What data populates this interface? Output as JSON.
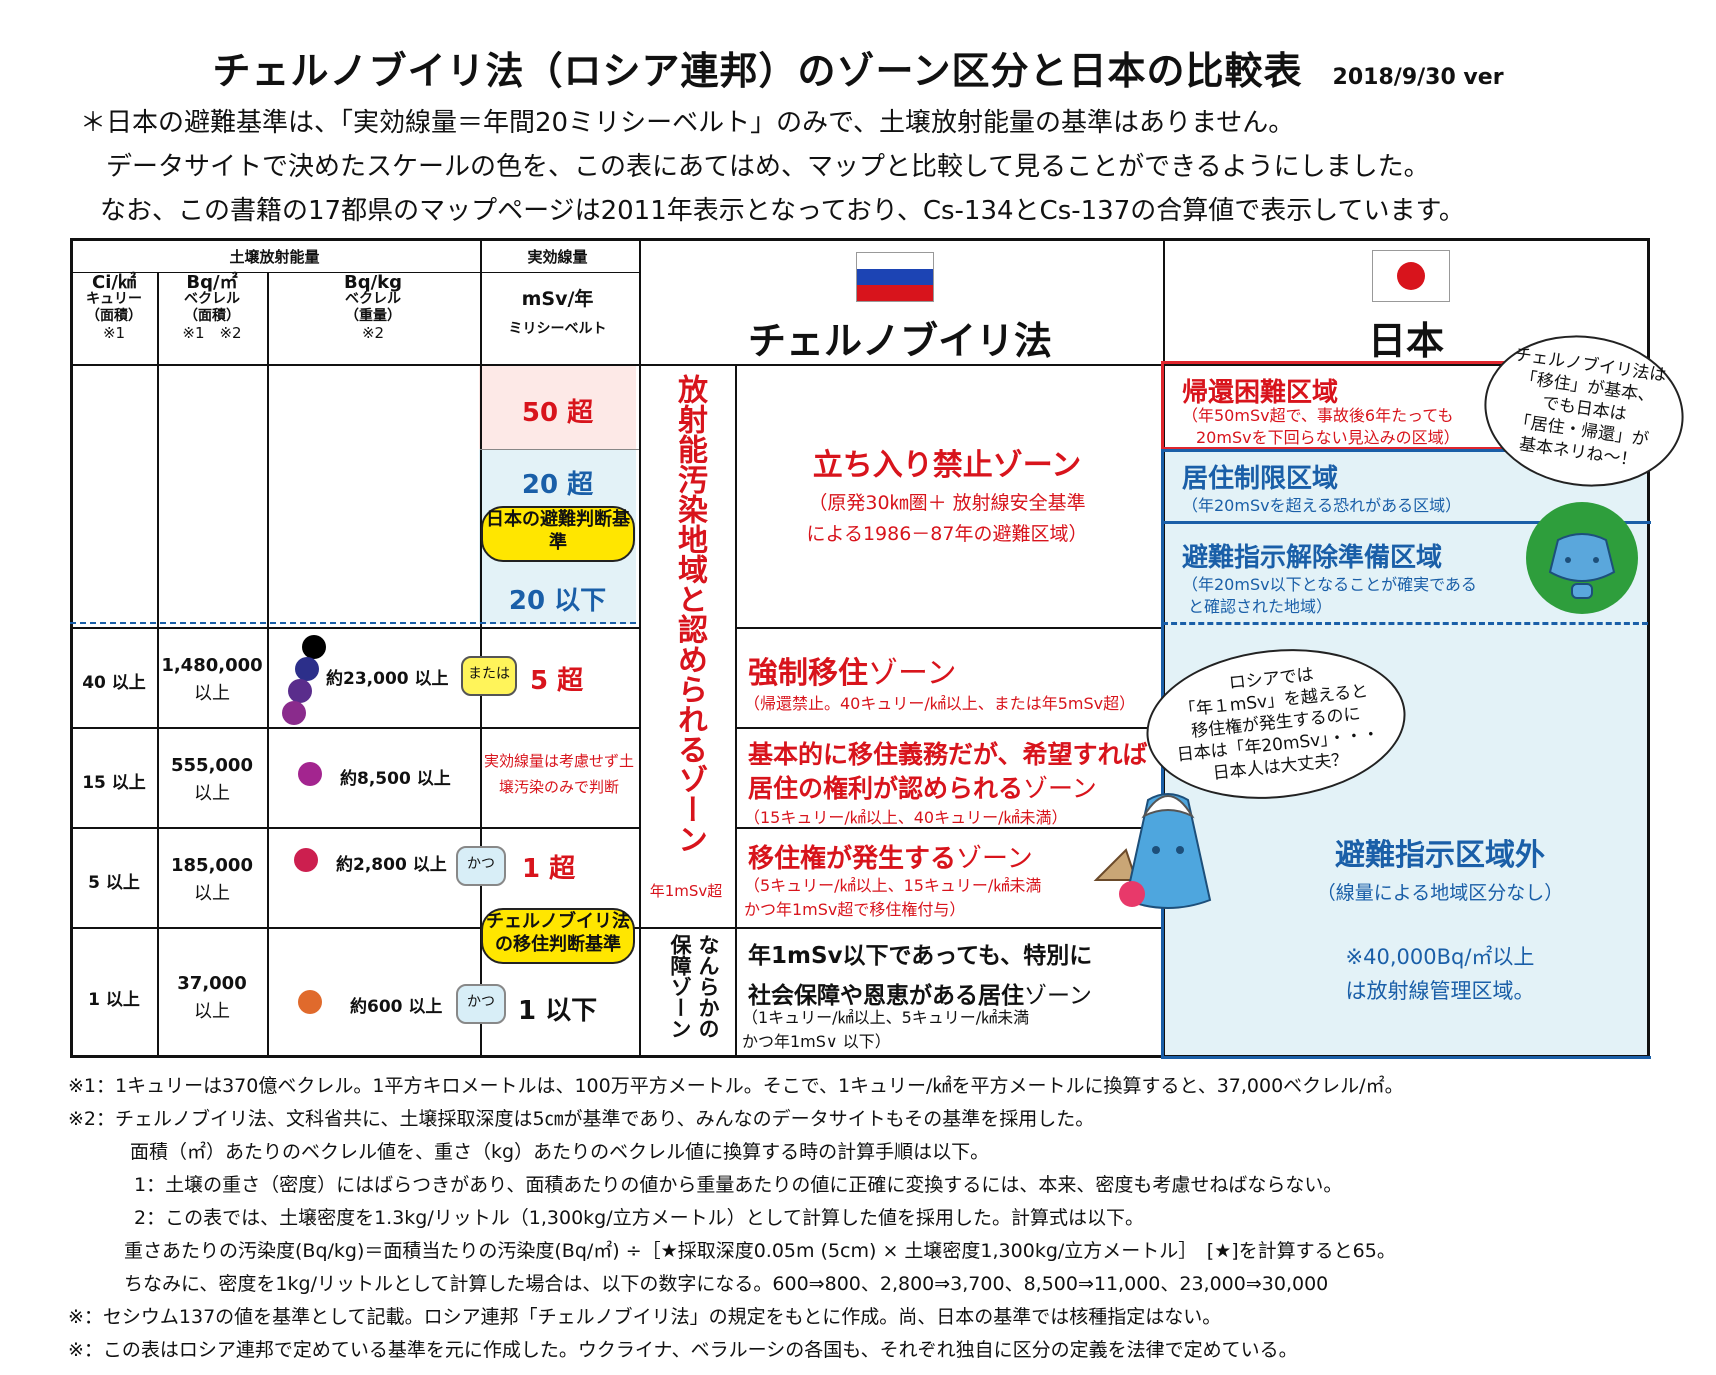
{
  "title": "チェルノブイリ法（ロシア連邦）のゾーン区分と日本の比較表",
  "version": "2018/9/30 ver",
  "intro": [
    "＊日本の避難基準は、「実効線量＝年間20ミリシーベルト」のみで、土壌放射能量の基準はありません。",
    "データサイトで決めたスケールの色を、この表にあてはめ、マップと比較して見ることができるようにしました。",
    "なお、この書籍の17都県のマップページは2011年表示となっており、Cs-134とCs-137の合算値で表示しています。"
  ],
  "header": {
    "soil_group": "土壌放射能量",
    "dose_group": "実効線量",
    "col1": [
      "Ci/㎢",
      "キュリー",
      "（面積）",
      "※1"
    ],
    "col2": [
      "Bq/㎡",
      "ベクレル",
      "（面積）",
      "※1　※2"
    ],
    "col3": [
      "Bq/kg",
      "ベクレル",
      "（重量）",
      "※2"
    ],
    "col4": [
      "mSv/年",
      "ミリシーベルト"
    ],
    "chernobyl": "チェルノブイリ法",
    "japan": "日本"
  },
  "dose_rows": {
    "r50": "50 超",
    "r20": "20 超",
    "japan_badge": "日本の避難判断基準",
    "r20below": "20 以下",
    "r5": "5 超",
    "r5_tag": "または",
    "soil_only": "実効線量は考慮せず土壌汚染のみで判断",
    "r1": "1 超",
    "r1_tag": "かつ",
    "chern_badge": "チェルノブイリ法の移住判断基準",
    "r1below": "1 以下",
    "r1below_tag": "かつ"
  },
  "soil_rows": [
    {
      "ci": "40 以上",
      "bqm2": "1,480,000",
      "bqm2_sub": "以上",
      "bqkg": "約23,000 以上"
    },
    {
      "ci": "15 以上",
      "bqm2": "555,000",
      "bqm2_sub": "以上",
      "bqkg": "約8,500 以上"
    },
    {
      "ci": "5 以上",
      "bqm2": "185,000",
      "bqm2_sub": "以上",
      "bqkg": "約2,800 以上"
    },
    {
      "ci": "1 以上",
      "bqm2": "37,000",
      "bqm2_sub": "以上",
      "bqkg": "約600 以上"
    }
  ],
  "colors": {
    "c40a": "#000000",
    "c40b": "#2c2f8a",
    "c40c": "#5a2d8c",
    "c40d": "#8a2b8c",
    "c15": "#a3258f",
    "c5": "#cc1f4f",
    "c1": "#e06a2c"
  },
  "chernobyl": {
    "vertical_main": "放射能汚染地域と認められるゾーン",
    "vertical_main_note": "年1mSv超",
    "vertical_sub": "なんらかの保障ゾーン",
    "zone1_title": "立ち入り禁止ゾーン",
    "zone1_note1": "（原発30㎞圏＋ 放射線安全基準",
    "zone1_note2": "による1986－87年の避難区域）",
    "zone2_title_a": "強制移住",
    "zone2_title_b": "ゾーン",
    "zone2_note": "（帰還禁止。40キュリー/㎢以上、または年5mSv超）",
    "zone3_title1": "基本的に移住義務だが、希望すれば",
    "zone3_title2a": "居住の権利が認められる",
    "zone3_title2b": "ゾーン",
    "zone3_note": "（15キュリー/㎢以上、40キュリー/㎢未満）",
    "zone4_title_a": "移住権が発生する",
    "zone4_title_b": "ゾーン",
    "zone4_note1": "（5キュリー/㎢以上、15キュリー/㎢未満",
    "zone4_note2": "かつ年1mSv超で移住権付与）",
    "zone5_title1": "年1mSv以下であっても、特別に",
    "zone5_title2a": "社会保障や恩恵がある居住",
    "zone5_title2b": "ゾーン",
    "zone5_note1": "（1キュリー/㎢以上、5キュリー/㎢未満",
    "zone5_note2": "かつ年1mS∨ 以下）"
  },
  "japan": {
    "zone1_title": "帰還困難区域",
    "zone1_note1": "（年50mSv超で、事故後6年たっても",
    "zone1_note2": "20mSvを下回らない見込みの区域）",
    "zone2_title": "居住制限区域",
    "zone2_note": "（年20mSvを超える恐れがある区域）",
    "zone3_title": "避難指示解除準備区域",
    "zone3_note1": "（年20mSv以下となることが確実である",
    "zone3_note2": "と確認された地域）",
    "outside_title": "避難指示区域外",
    "outside_note": "（線量による地域区分なし）",
    "control1": "※40,000Bq/㎡以上",
    "control2": "は放射線管理区域。"
  },
  "bubbles": {
    "top": [
      "チェルノブイリ法は",
      "「移住」が基本、",
      "でも日本は",
      "「居住・帰還」が",
      "基本ネリね～！"
    ],
    "mid": [
      "ロシアでは",
      "「年１mSv」を越えると",
      "移住権が発生するのに",
      "日本は「年20mSv」・・・",
      "日本人は大丈夫？"
    ]
  },
  "footnotes": [
    "※1：1キュリーは370億ベクレル。1平方キロメートルは、100万平方メートル。そこで、1キュリー/㎢を平方メートルに換算すると、37,000ベクレル/㎡。",
    "※2：チェルノブイリ法、文科省共に、土壌採取深度は5㎝が基準であり、みんなのデータサイトもその基準を採用した。",
    "面積（㎡）あたりのベクレル値を、重さ（kg）あたりのベクレル値に換算する時の計算手順は以下。",
    "1：土壌の重さ（密度）にはばらつきがあり、面積あたりの値から重量あたりの値に正確に変換するには、本来、密度も考慮せねばならない。",
    "2：この表では、土壌密度を1.3kg/リットル（1,300kg/立方メートル）として計算した値を採用した。計算式は以下。",
    "重さあたりの汚染度(Bq/kg)＝面積当たりの汚染度(Bq/㎡)  ÷［★採取深度0.05m (5cm) × 土壌密度1,300kg/立方メートル］　[★]を計算すると65。",
    "ちなみに、密度を1kg/リットルとして計算した場合は、以下の数字になる。600⇒800、2,800⇒3,700、8,500⇒11,000、23,000⇒30,000",
    "※：セシウム137の値を基準として記載。ロシア連邦「チェルノブイリ法」の規定をもとに作成。尚、日本の基準では核種指定はない。",
    "※：この表はロシア連邦で定めている基準を元に作成した。ウクライナ、ベラルーシの各国も、それぞれ独自に区分の定義を法律で定めている。"
  ]
}
